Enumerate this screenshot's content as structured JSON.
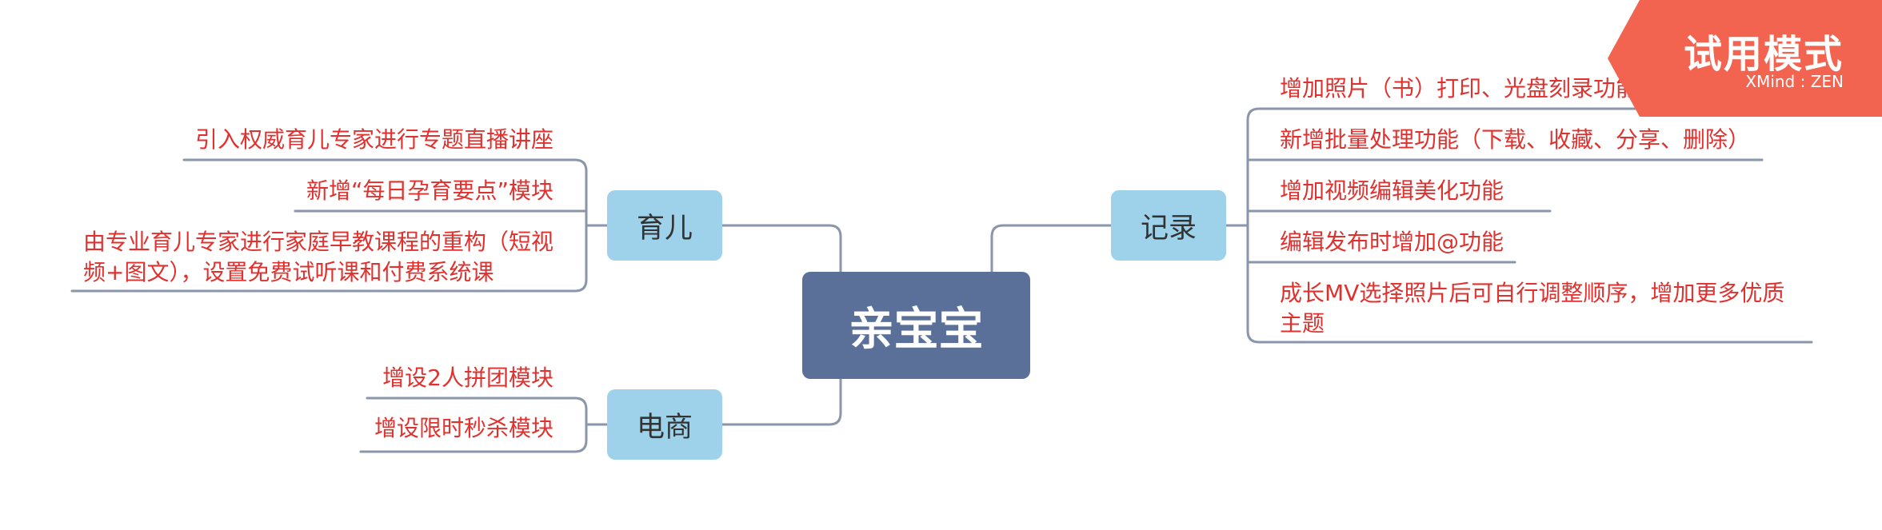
{
  "root": {
    "label": "亲宝宝"
  },
  "branches": {
    "record": {
      "label": "记录",
      "items": [
        "增加照片（书）打印、光盘刻录功能（付费）",
        "新增批量处理功能（下载、收藏、分享、删除）",
        "增加视频编辑美化功能",
        "编辑发布时增加@功能",
        "成长MV选择照片后可自行调整顺序，增加更多优质",
        "主题"
      ]
    },
    "parenting": {
      "label": "育儿",
      "items": [
        "引入权威育儿专家进行专题直播讲座",
        "新增“每日孕育要点”模块",
        "由专业育儿专家进行家庭早教课程的重构（短视",
        "频+图文），设置免费试听课和付费系统课"
      ]
    },
    "ecommerce": {
      "label": "电商",
      "items": [
        "增设2人拼团模块",
        "增设限时秒杀模块"
      ]
    }
  },
  "badge": {
    "title": "试用模式",
    "subtitle": "XMind : ZEN"
  },
  "colors": {
    "root": "#5a7099",
    "branch": "#9dd2ea",
    "leaf_text": "#e0312e",
    "line": "#8a96ab",
    "badge": "#f26450"
  }
}
